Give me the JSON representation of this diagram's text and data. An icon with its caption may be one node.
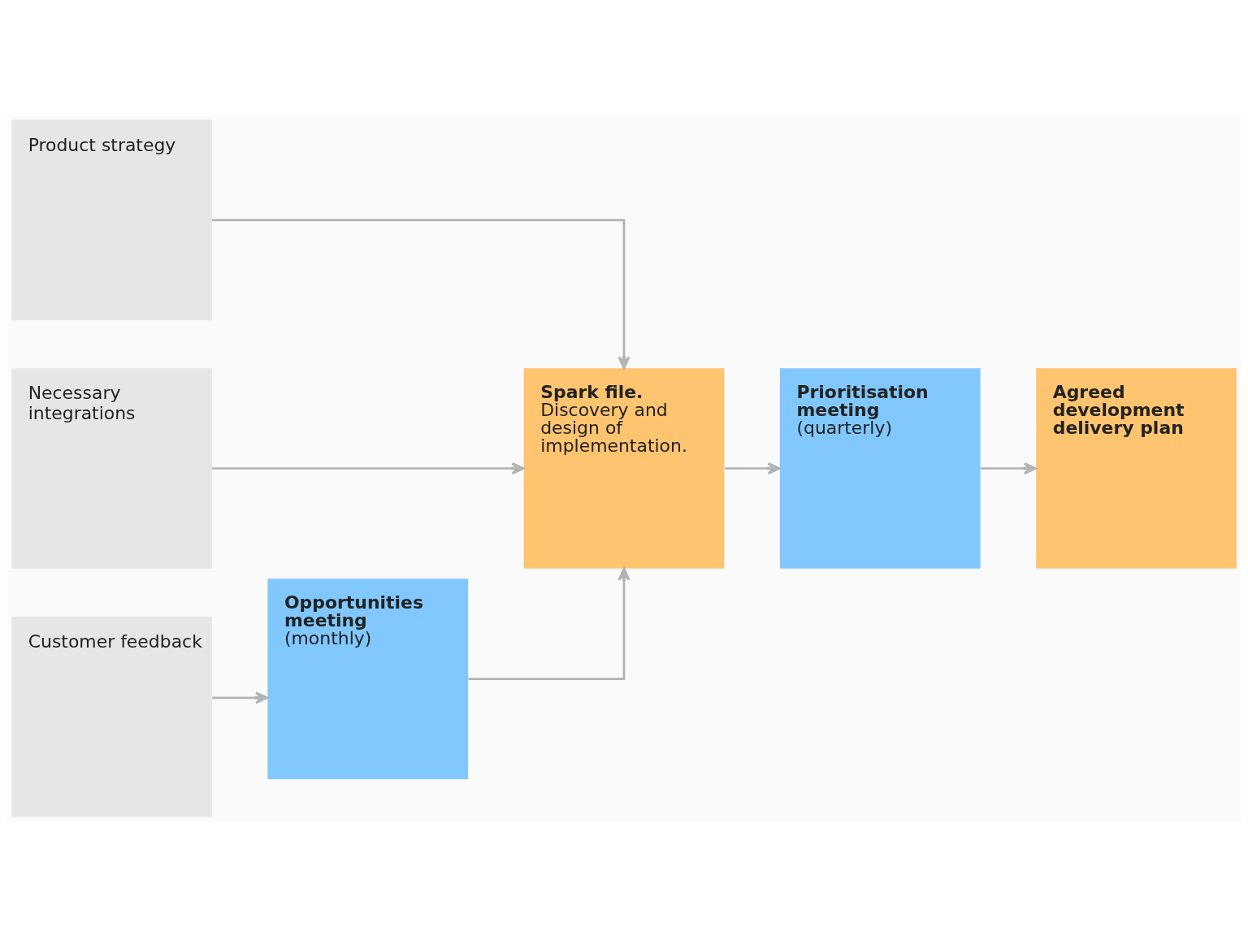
{
  "diagram": {
    "nodes": [
      {
        "text": [
          "Product strategy"
        ]
      },
      {
        "text": [
          "Necessary integrations"
        ]
      },
      {
        "text": [
          "Customer feedback"
        ]
      },
      {
        "text": [
          "Opportunities meeting",
          "(monthly)"
        ]
      },
      {
        "text": [
          "Spark file.",
          "Discovery and design of implementation."
        ]
      },
      {
        "text": [
          "Prioritisation meeting",
          "(quarterly)"
        ]
      },
      {
        "text": [
          "Agreed development delivery plan"
        ]
      }
    ],
    "edges": [
      {
        "from": 0,
        "to": 4,
        "arrow": "to"
      },
      {
        "from": 1,
        "to": 4,
        "arrow": "to"
      },
      {
        "from": 2,
        "to": 3,
        "arrow": "to"
      },
      {
        "from": 3,
        "to": 4,
        "arrow": "to"
      },
      {
        "from": 4,
        "to": 5,
        "arrow": "to"
      },
      {
        "from": 5,
        "to": 6,
        "arrow": "to"
      }
    ]
  }
}
